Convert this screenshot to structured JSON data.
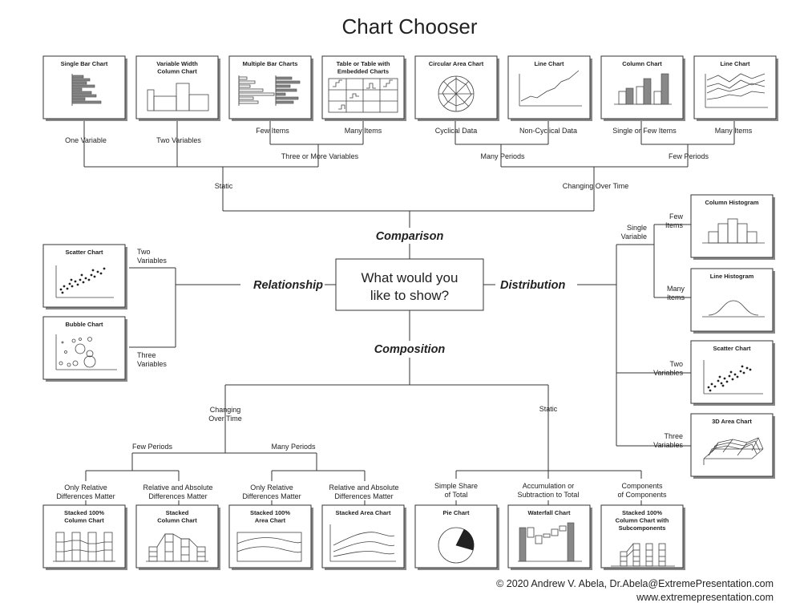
{
  "title": "Chart Chooser",
  "question": [
    "What would you",
    "like to show?"
  ],
  "categories": {
    "comparison": "Comparison",
    "relationship": "Relationship",
    "distribution": "Distribution",
    "composition": "Composition"
  },
  "cards": {
    "single_bar": [
      "Single Bar Chart"
    ],
    "variable_width": [
      "Variable Width",
      "Column Chart"
    ],
    "multiple_bar": [
      "Multiple Bar Charts"
    ],
    "table_embedded": [
      "Table or Table with",
      "Embedded Charts"
    ],
    "circular_area": [
      "Circular Area Chart"
    ],
    "line_a": [
      "Line Chart"
    ],
    "column": [
      "Column Chart"
    ],
    "line_b": [
      "Line Chart"
    ],
    "scatter_rel": [
      "Scatter Chart"
    ],
    "bubble": [
      "Bubble Chart"
    ],
    "column_histogram": [
      "Column Histogram"
    ],
    "line_histogram": [
      "Line Histogram"
    ],
    "scatter_dist": [
      "Scatter Chart"
    ],
    "area_3d": [
      "3D Area Chart"
    ],
    "stacked100_column": [
      "Stacked 100%",
      "Column Chart"
    ],
    "stacked_column": [
      "Stacked",
      "Column Chart"
    ],
    "stacked100_area": [
      "Stacked 100%",
      "Area Chart"
    ],
    "stacked_area": [
      "Stacked Area Chart"
    ],
    "pie": [
      "Pie Chart"
    ],
    "waterfall": [
      "Waterfall Chart"
    ],
    "stacked100_sub": [
      "Stacked 100%",
      "Column Chart with",
      "Subcomponents"
    ]
  },
  "labels": {
    "one_variable": [
      "One Variable"
    ],
    "two_variables_top": [
      "Two Variables"
    ],
    "few_items": [
      "Few Items"
    ],
    "many_items_top": [
      "Many Items"
    ],
    "three_or_more": [
      "Three or More Variables"
    ],
    "cyclical": [
      "Cyclical Data"
    ],
    "non_cyclical": [
      "Non-Cyclical Data"
    ],
    "single_or_few": [
      "Single or Few Items"
    ],
    "many_items_right": [
      "Many Items"
    ],
    "many_periods_top": [
      "Many Periods"
    ],
    "few_periods_top": [
      "Few Periods"
    ],
    "static_top": [
      "Static"
    ],
    "changing_over_time_top": [
      "Changing Over Time"
    ],
    "rel_two": [
      "Two",
      "Variables"
    ],
    "rel_three": [
      "Three",
      "Variables"
    ],
    "dist_single": [
      "Single",
      "Variable"
    ],
    "dist_few": [
      "Few",
      "Items"
    ],
    "dist_many": [
      "Many",
      "Items"
    ],
    "dist_two": [
      "Two",
      "Variables"
    ],
    "dist_three": [
      "Three",
      "Variables"
    ],
    "comp_changing": [
      "Changing",
      "Over Time"
    ],
    "comp_static": [
      "Static"
    ],
    "comp_few_periods": [
      "Few Periods"
    ],
    "comp_many_periods": [
      "Many Periods"
    ],
    "only_relative_1": [
      "Only Relative",
      "Differences Matter"
    ],
    "rel_abs_1": [
      "Relative and Absolute",
      "Differences Matter"
    ],
    "only_relative_2": [
      "Only Relative",
      "Differences Matter"
    ],
    "rel_abs_2": [
      "Relative and Absolute",
      "Differences Matter"
    ],
    "simple_share": [
      "Simple Share",
      "of Total"
    ],
    "accumulation": [
      "Accumulation or",
      "Subtraction to Total"
    ],
    "components": [
      "Components",
      "of Components"
    ]
  },
  "footer": {
    "line1": "© 2020  Andrew V. Abela, Dr.Abela@ExtremePresentation.com",
    "line2": "www.extremepresentation.com"
  }
}
